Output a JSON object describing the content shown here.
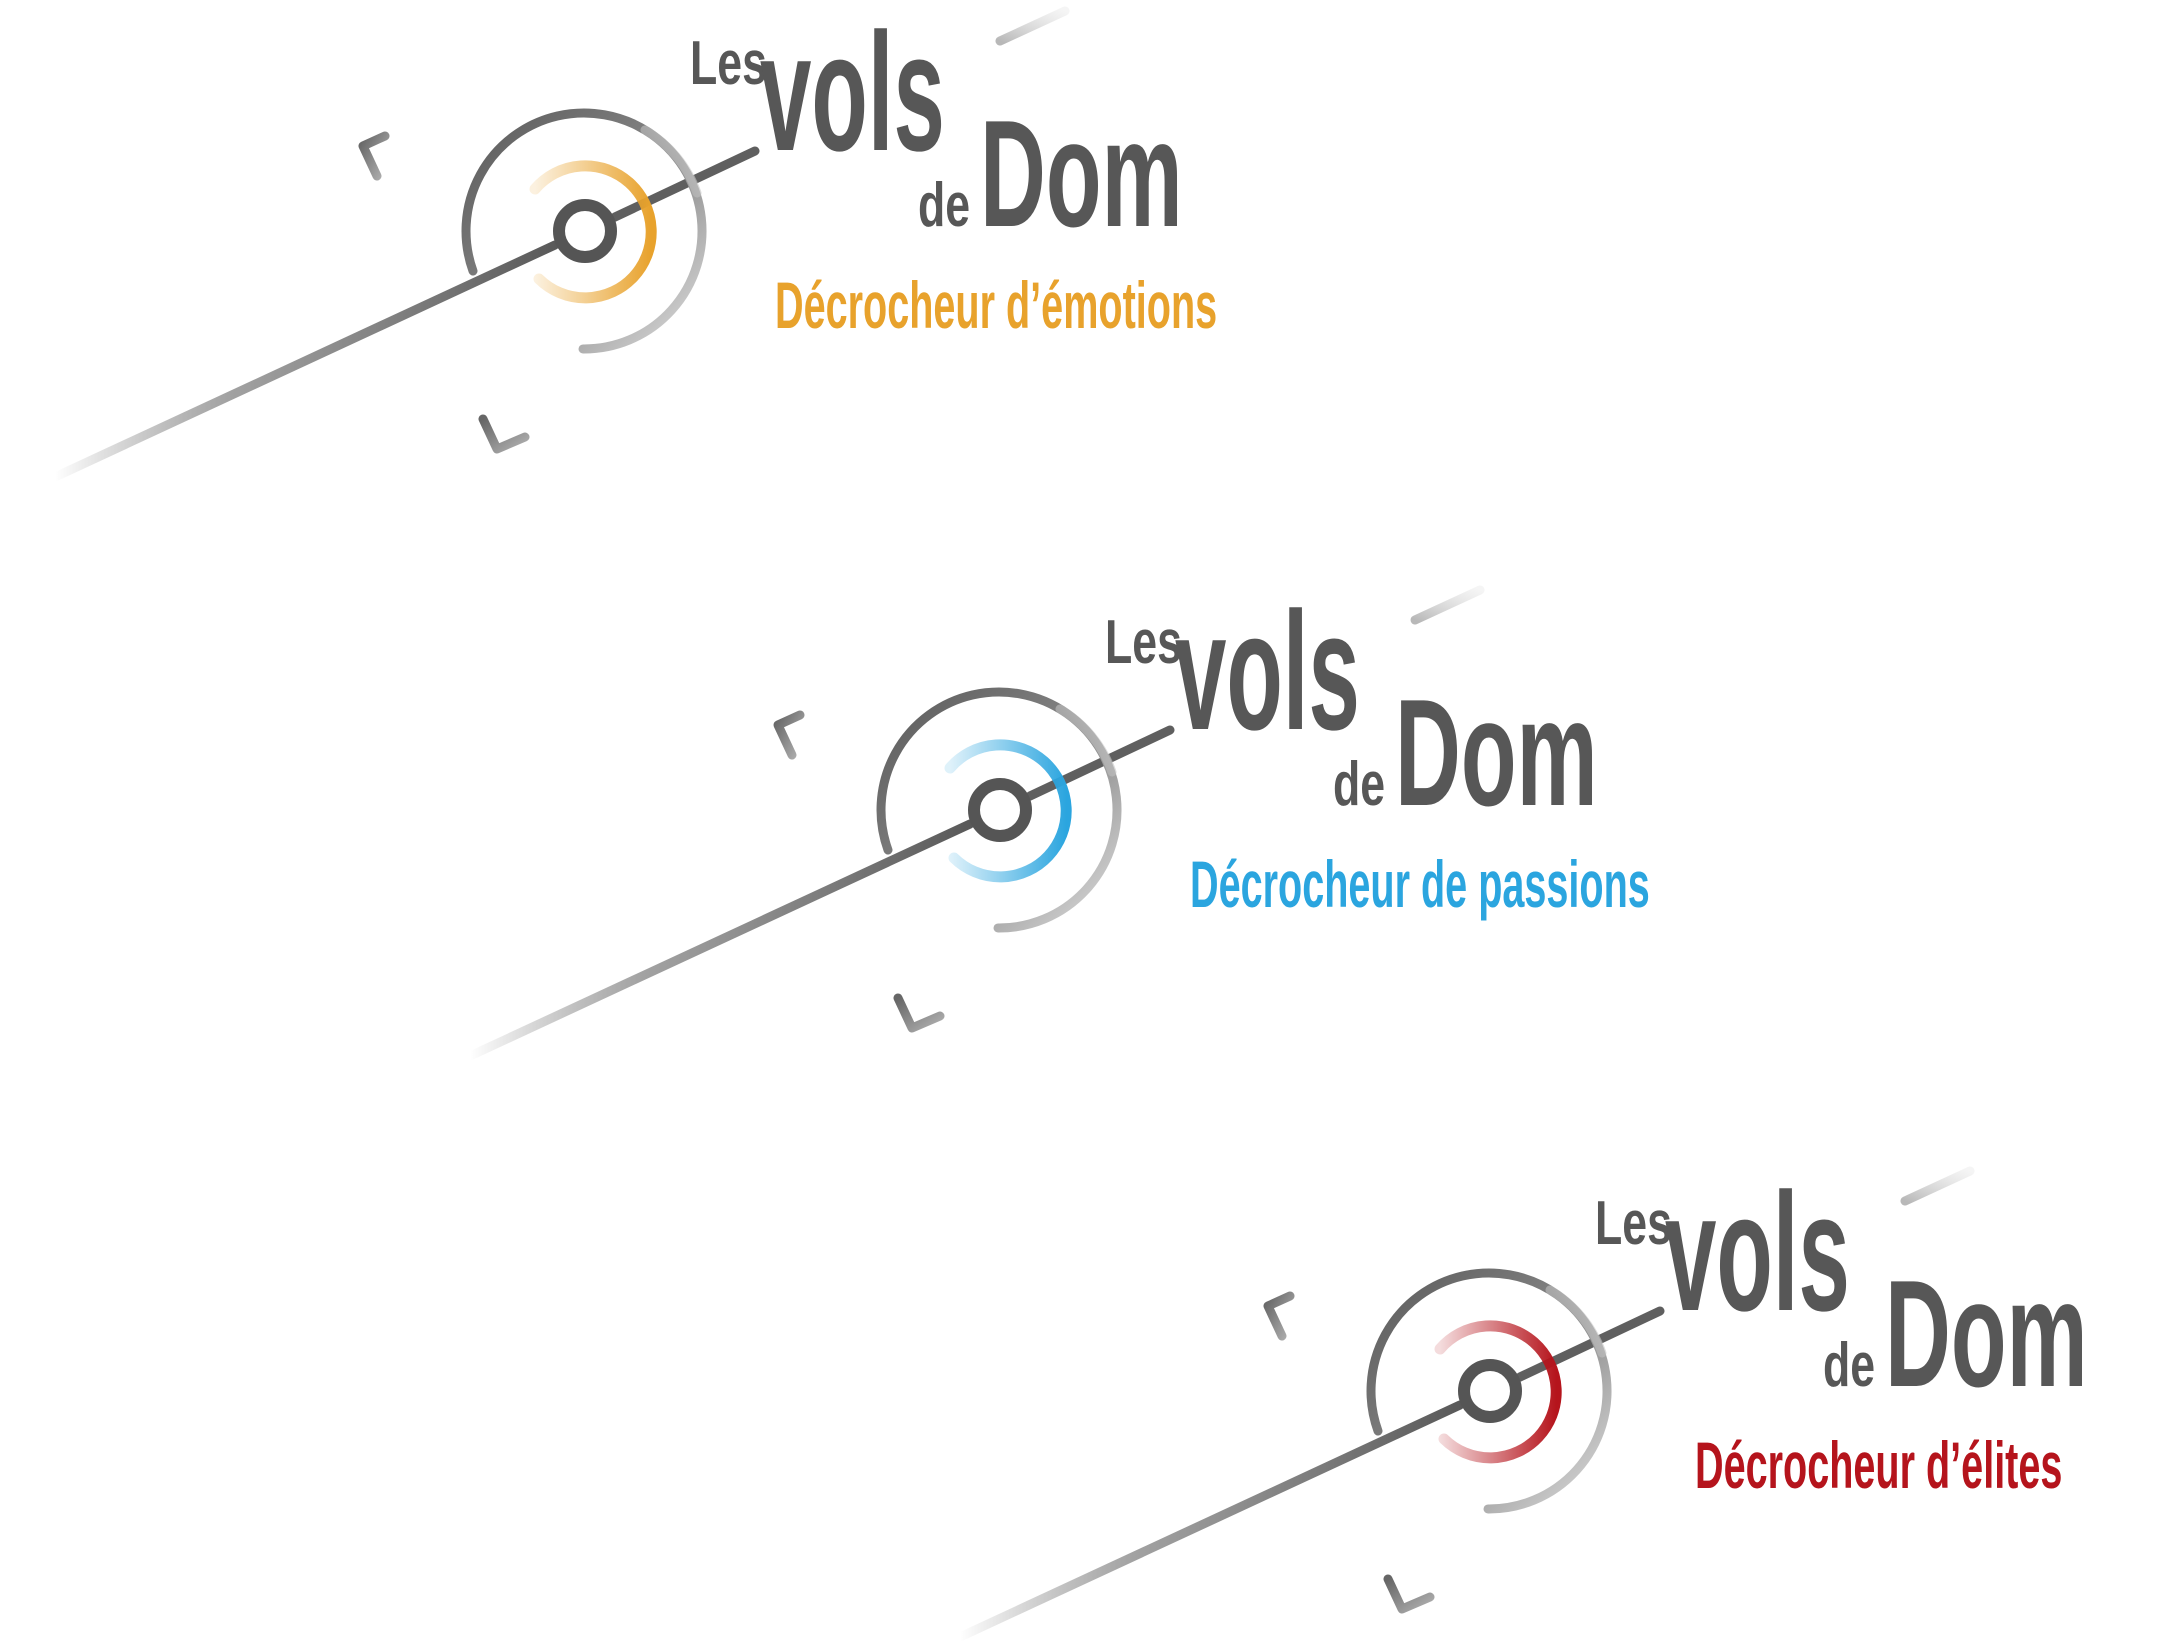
{
  "brand": {
    "les": "Les",
    "vols": "vols",
    "de": "de",
    "dom": "Dom"
  },
  "colors": {
    "text_gray": "#575757",
    "line_gray": "#666666",
    "emotions": "#e8a22c",
    "passions": "#2ba5df",
    "elites": "#b5141c"
  },
  "variants": [
    {
      "tagline": "Décrocheur d’émotions",
      "accent": "#e8a22c"
    },
    {
      "tagline": "Décrocheur de passions",
      "accent": "#2ba5df"
    },
    {
      "tagline": "Décrocheur d’élites",
      "accent": "#b5141c"
    }
  ]
}
